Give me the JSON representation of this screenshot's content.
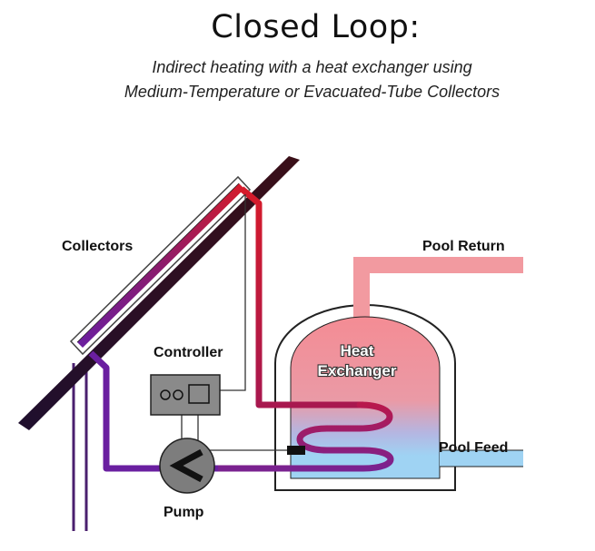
{
  "header": {
    "title": "Closed Loop:",
    "subtitle_line1": "Indirect heating with a heat exchanger using",
    "subtitle_line2": "Medium-Temperature or Evacuated-Tube Collectors"
  },
  "labels": {
    "collectors": "Collectors",
    "controller": "Controller",
    "pump": "Pump",
    "heat_exchanger_line1": "Heat",
    "heat_exchanger_line2": "Exchanger",
    "pool_return": "Pool Return",
    "pool_feed": "Pool Feed"
  },
  "colors": {
    "hot": "#d61b2a",
    "mid": "#8a1a6a",
    "cold": "#6a1fa0",
    "pool_return": "#f29aa0",
    "pool_feed": "#9fd3f3",
    "roof": "#2a0f22",
    "equipment": "#777777"
  }
}
